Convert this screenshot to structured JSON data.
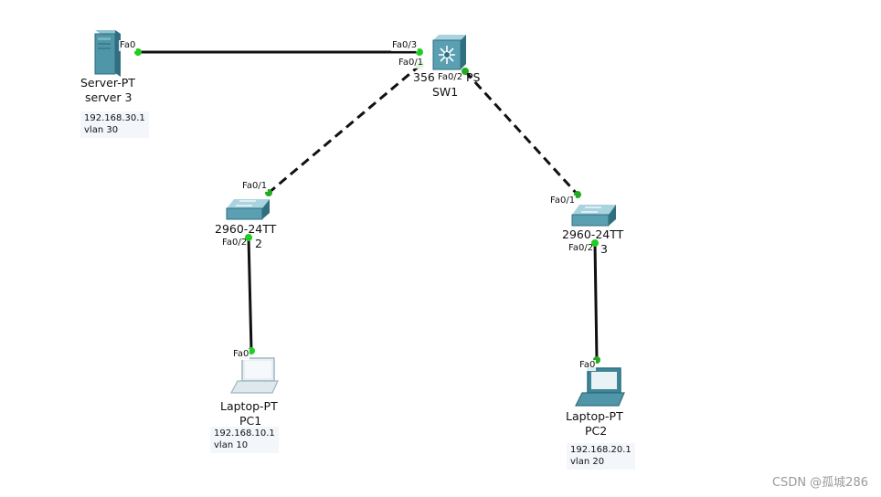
{
  "devices": {
    "server": {
      "model": "Server-PT",
      "name": "server 3"
    },
    "sw1": {
      "model_fragment_left": "356",
      "model_fragment_right": "PS",
      "name": "SW1"
    },
    "sw_left": {
      "model": "2960-24TT",
      "name_fragment": "2"
    },
    "sw_right": {
      "model": "2960-24TT",
      "name_fragment": "3"
    },
    "pc1": {
      "model": "Laptop-PT",
      "name": "PC1"
    },
    "pc2": {
      "model": "Laptop-PT",
      "name": "PC2"
    }
  },
  "ports": {
    "server_fa0": "Fa0",
    "sw1_fa03": "Fa0/3",
    "sw1_fa01": "Fa0/1",
    "sw1_fa02": "Fa0/2",
    "swl_fa01": "Fa0/1",
    "swl_fa02": "Fa0/2",
    "swr_fa01": "Fa0/1",
    "swr_fa02": "Fa0/2",
    "pc1_fa0": "Fa0",
    "pc2_fa0": "Fa0"
  },
  "notes": {
    "server": {
      "ip": "192.168.30.1",
      "vlan": "vlan 30"
    },
    "pc1": {
      "ip": "192.168.10.1",
      "vlan": "vlan 10"
    },
    "pc2": {
      "ip": "192.168.20.1",
      "vlan": "vlan 20"
    }
  },
  "colors": {
    "link": "#111111",
    "port_up": "#22cc22",
    "device_teal": "#4f96a8",
    "device_dark": "#2f6f80"
  },
  "watermark": "CSDN @孤城286"
}
